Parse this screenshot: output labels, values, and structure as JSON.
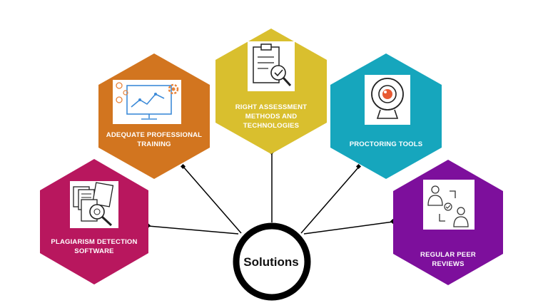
{
  "center": {
    "label": "Solutions",
    "ring_color": "#000000"
  },
  "nodes": [
    {
      "id": "plagiarism",
      "label": "PLAGIARISM DETECTION SOFTWARE",
      "color": "#b8175e",
      "icon": "document-magnifier-icon"
    },
    {
      "id": "training",
      "label": "ADEQUATE PROFESSIONAL TRAINING",
      "color": "#d2751f",
      "icon": "analytics-monitor-icon"
    },
    {
      "id": "assessment",
      "label": "RIGHT ASSESSMENT METHODS AND TECHNOLOGIES",
      "color": "#d9bf2e",
      "icon": "clipboard-check-icon"
    },
    {
      "id": "proctoring",
      "label": "PROCTORING TOOLS",
      "color": "#16a6bd",
      "icon": "webcam-icon"
    },
    {
      "id": "peer",
      "label": "REGULAR PEER REVIEWS",
      "color": "#7d0f9c",
      "icon": "peer-exchange-icon"
    }
  ],
  "connector_color": "#000000"
}
